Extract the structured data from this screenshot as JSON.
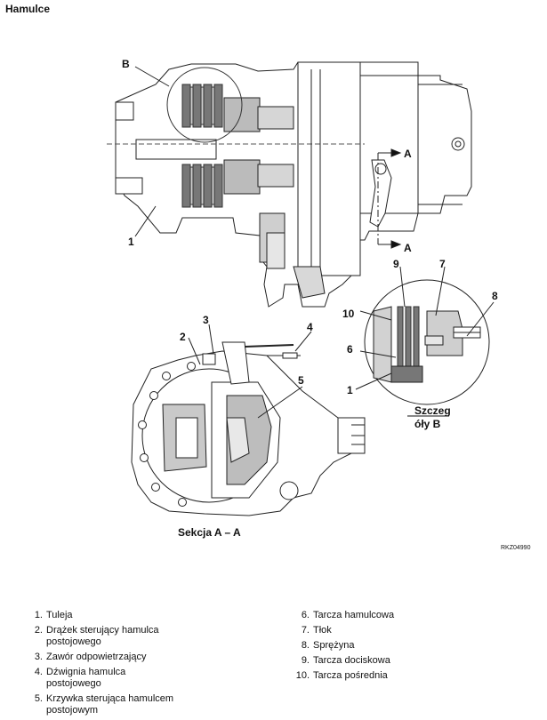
{
  "header": {
    "title": "Hamulce"
  },
  "callouts": {
    "B": "B",
    "A_top": "A",
    "A_bottom": "A",
    "n1": "1",
    "n2": "2",
    "n3": "3",
    "n4": "4",
    "n5": "5",
    "d9": "9",
    "d7": "7",
    "d8": "8",
    "d10": "10",
    "d6": "6",
    "d1": "1"
  },
  "captions": {
    "section": "Sekcja A – A",
    "detail_line1": "Szczeg",
    "detail_line2": "óły B",
    "reference": "RKZ04990"
  },
  "legend": {
    "left": [
      {
        "num": "1.",
        "text": "Tuleja"
      },
      {
        "num": "2.",
        "text": "Drążek sterujący hamulca postojowego"
      },
      {
        "num": "3.",
        "text": "Zawór odpowietrzający"
      },
      {
        "num": "4.",
        "text": "Dźwignia hamulca postojowego"
      },
      {
        "num": "5.",
        "text": "Krzywka sterująca hamulcem postojowym"
      }
    ],
    "right": [
      {
        "num": "6.",
        "text": "Tarcza hamulcowa"
      },
      {
        "num": "7.",
        "text": "Tłok"
      },
      {
        "num": "8.",
        "text": "Sprężyna"
      },
      {
        "num": "9.",
        "text": "Tarcza dociskowa"
      },
      {
        "num": "10.",
        "text": "Tarcza pośrednia"
      }
    ]
  }
}
